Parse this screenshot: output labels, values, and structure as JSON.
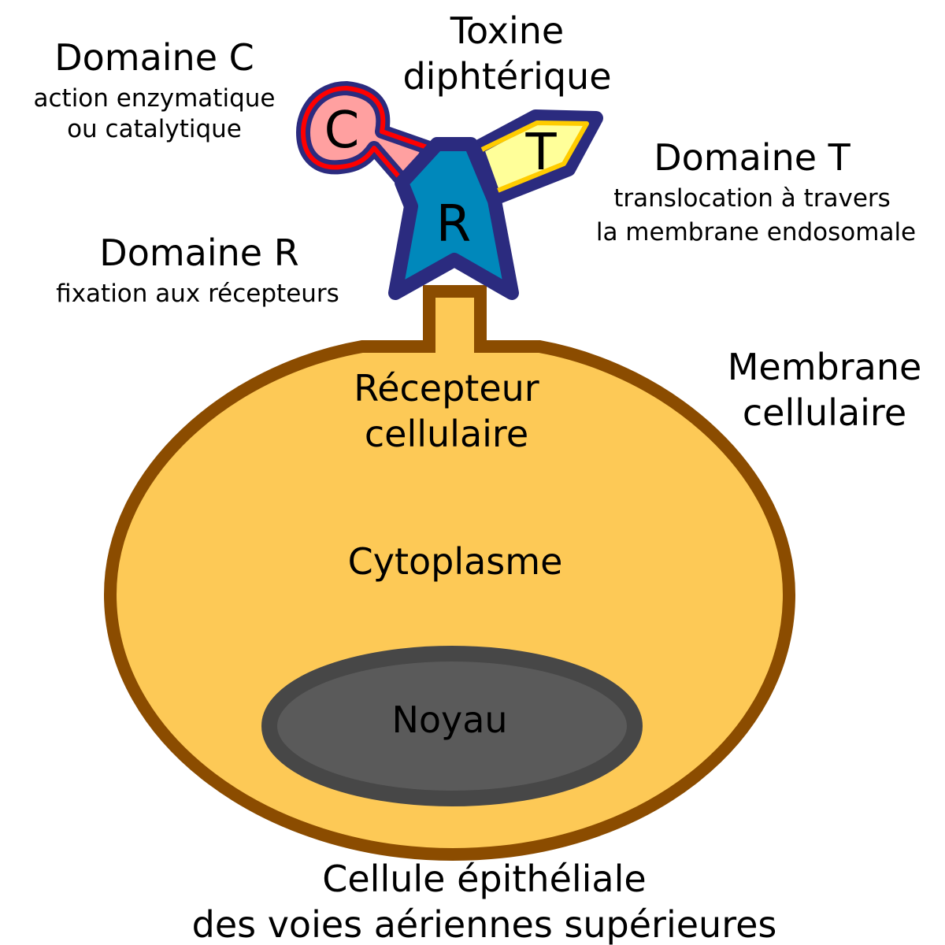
{
  "toxin": {
    "title_line1": "Toxine",
    "title_line2": "diphtérique",
    "letter_c": "C",
    "letter_t": "T",
    "letter_r": "R"
  },
  "domain_c": {
    "title": "Domaine C",
    "desc_line1": "action enzymatique",
    "desc_line2": "ou catalytique"
  },
  "domain_t": {
    "title": "Domaine T",
    "desc_line1": "translocation à travers",
    "desc_line2": "la membrane endosomale"
  },
  "domain_r": {
    "title": "Domaine R",
    "desc": "fixation aux récepteurs"
  },
  "cell": {
    "membrane_line1": "Membrane",
    "membrane_line2": "cellulaire",
    "receptor_line1": "Récepteur",
    "receptor_line2": "cellulaire",
    "cytoplasm": "Cytoplasme",
    "nucleus": "Noyau",
    "caption_line1": "Cellule épithéliale",
    "caption_line2": "des voies aériennes supérieures"
  },
  "colors": {
    "membrane": "#8b4c00",
    "cytoplasm": "#fdc956",
    "nucleus_fill": "#5a5a5a",
    "nucleus_border": "#474747",
    "domain_r": "#0088bb",
    "domain_outline": "#2b2b7f",
    "domain_c_fill": "#ffa0a0",
    "domain_c_border": "#ff0000",
    "domain_t_fill": "#ffff99",
    "domain_t_border": "#ffcc00"
  }
}
